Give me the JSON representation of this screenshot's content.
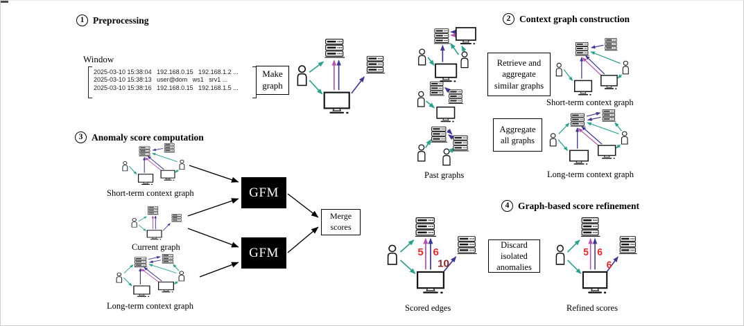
{
  "sections": {
    "s1": {
      "number": "1",
      "title": "Preprocessing"
    },
    "s2": {
      "number": "2",
      "title": "Context graph construction"
    },
    "s3": {
      "number": "3",
      "title": "Anomaly score computation"
    },
    "s4": {
      "number": "4",
      "title": "Graph-based score refinement"
    }
  },
  "preprocessing": {
    "window_label": "Window",
    "log_lines": [
      "2025-03-10 15:38:04   192.168.0.15   192.168.1.2 ...",
      "2025-03-10 15:38:13   user@dom   ws1   srv1 ...",
      "2025-03-10 15:38:16   192.168.0.15   192.168.1.5 ..."
    ],
    "make_graph_box": [
      "Make",
      "graph"
    ]
  },
  "context": {
    "retrieve_box": [
      "Retrieve and",
      "aggregate",
      "similar graphs"
    ],
    "aggregate_box": [
      "Aggregate",
      "all graphs"
    ],
    "short_term_label": "Short-term context graph",
    "long_term_label": "Long-term context graph",
    "past_graphs_label": "Past graphs"
  },
  "anomaly": {
    "short_term_label": "Short-term context graph",
    "current_label": "Current graph",
    "long_term_label": "Long-term context graph",
    "gfm_label": "GFM",
    "merge_box": [
      "Merge",
      "scores"
    ]
  },
  "refinement": {
    "discard_box": [
      "Discard",
      "isolated",
      "anomalies"
    ],
    "scored_edges_label": "Scored edges",
    "refined_scores_label": "Refined scores",
    "scored_scores": {
      "magenta": "5",
      "indigo": "6",
      "diagonal": "10"
    },
    "refined_scores": {
      "magenta": "5",
      "indigo": "6",
      "diagonal": "6"
    }
  },
  "colors": {
    "teal_edge": "#2aa18c",
    "magenta_edge": "#b651ad",
    "indigo_edge": "#3c3795",
    "score_red": "#e8282a",
    "score_maroon": "#8e2424",
    "gfm_bg": "#000000",
    "gfm_text": "#ffffff",
    "box_border": "#000000"
  },
  "icons": {
    "person-icon": "user silhouette (circle head + torso)",
    "server-icon": "stacked server rack with LED dots",
    "monitor-icon": "desktop workstation monitor with stand and mouse"
  }
}
